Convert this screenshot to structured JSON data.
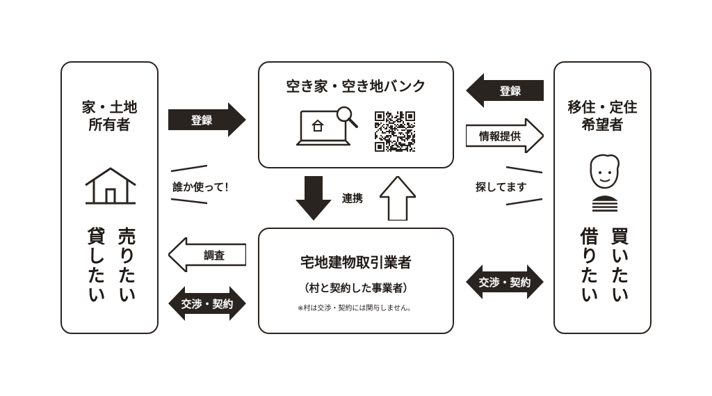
{
  "owner": {
    "title_line1": "家・土地",
    "title_line2": "所有者",
    "want_sell": "売りたい",
    "want_rent": "貸したい"
  },
  "seeker": {
    "title_line1": "移住・定住",
    "title_line2": "希望者",
    "want_buy": "買いたい",
    "want_borrow": "借りたい"
  },
  "bank": {
    "title": "空き家・空き地バンク"
  },
  "agent": {
    "title": "宅地建物取引業者",
    "subtitle": "（村と契約した事業者）",
    "note": "※村は交渉・契約には関与しません。"
  },
  "arrows": {
    "owner_register": "登録",
    "seeker_register": "登録",
    "info_provide": "情報提供",
    "survey": "調査",
    "negotiate_left": "交渉・契約",
    "negotiate_right": "交渉・契約",
    "cooperation": "連携"
  },
  "speech": {
    "owner_voice": "誰か使って！",
    "seeker_voice": "探してます"
  }
}
